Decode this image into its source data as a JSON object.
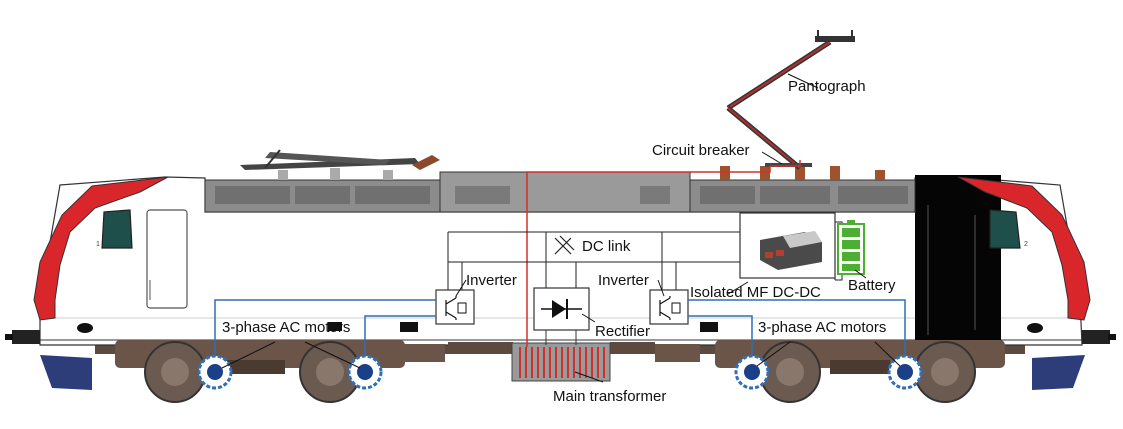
{
  "labels": {
    "pantograph": "Pantograph",
    "circuit_breaker": "Circuit breaker",
    "dc_link": "DC link",
    "inverter_left": "Inverter",
    "inverter_right": "Inverter",
    "isolated_dcdc": "Isolated MF DC-DC",
    "battery": "Battery",
    "motors_left": "3-phase AC motors",
    "motors_right": "3-phase AC motors",
    "rectifier": "Rectifier",
    "main_transformer": "Main transformer"
  },
  "cab_numbers": {
    "left": "1",
    "right": "2"
  },
  "colors": {
    "livery_red": "#d9262b",
    "roof_gray": "#8c8c8c",
    "body_white": "#ffffff",
    "black_panel": "#050505",
    "bogie_brown": "#6b5548",
    "motor_blue": "#2f6fb5",
    "hv_red_wire": "#d0312d",
    "battery_green": "#4caf32"
  }
}
